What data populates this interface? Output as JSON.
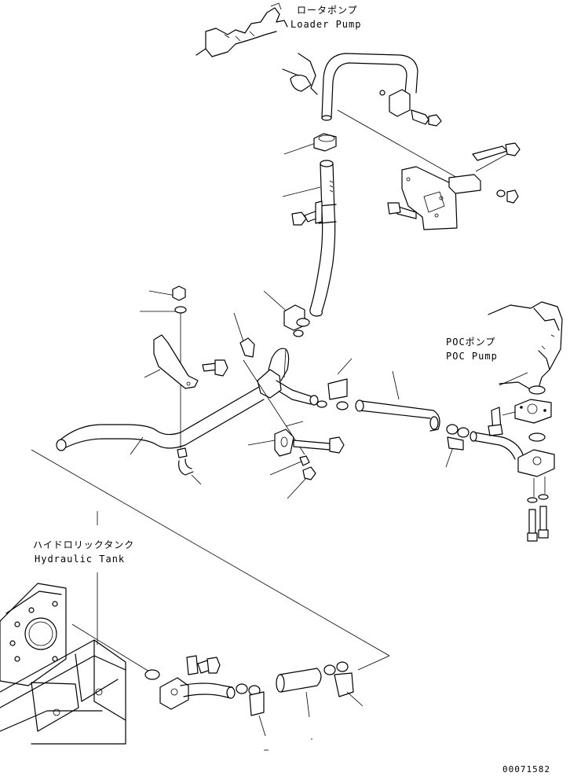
{
  "labels": {
    "loader_pump_jp": "ロータポンプ",
    "loader_pump_en": "Loader Pump",
    "poc_pump_jp": "POCポンプ",
    "poc_pump_en": "POC Pump",
    "hydraulic_tank_jp": "ハイドロリックタンク",
    "hydraulic_tank_en": "Hydraulic Tank",
    "drawing_number": "00071582"
  }
}
